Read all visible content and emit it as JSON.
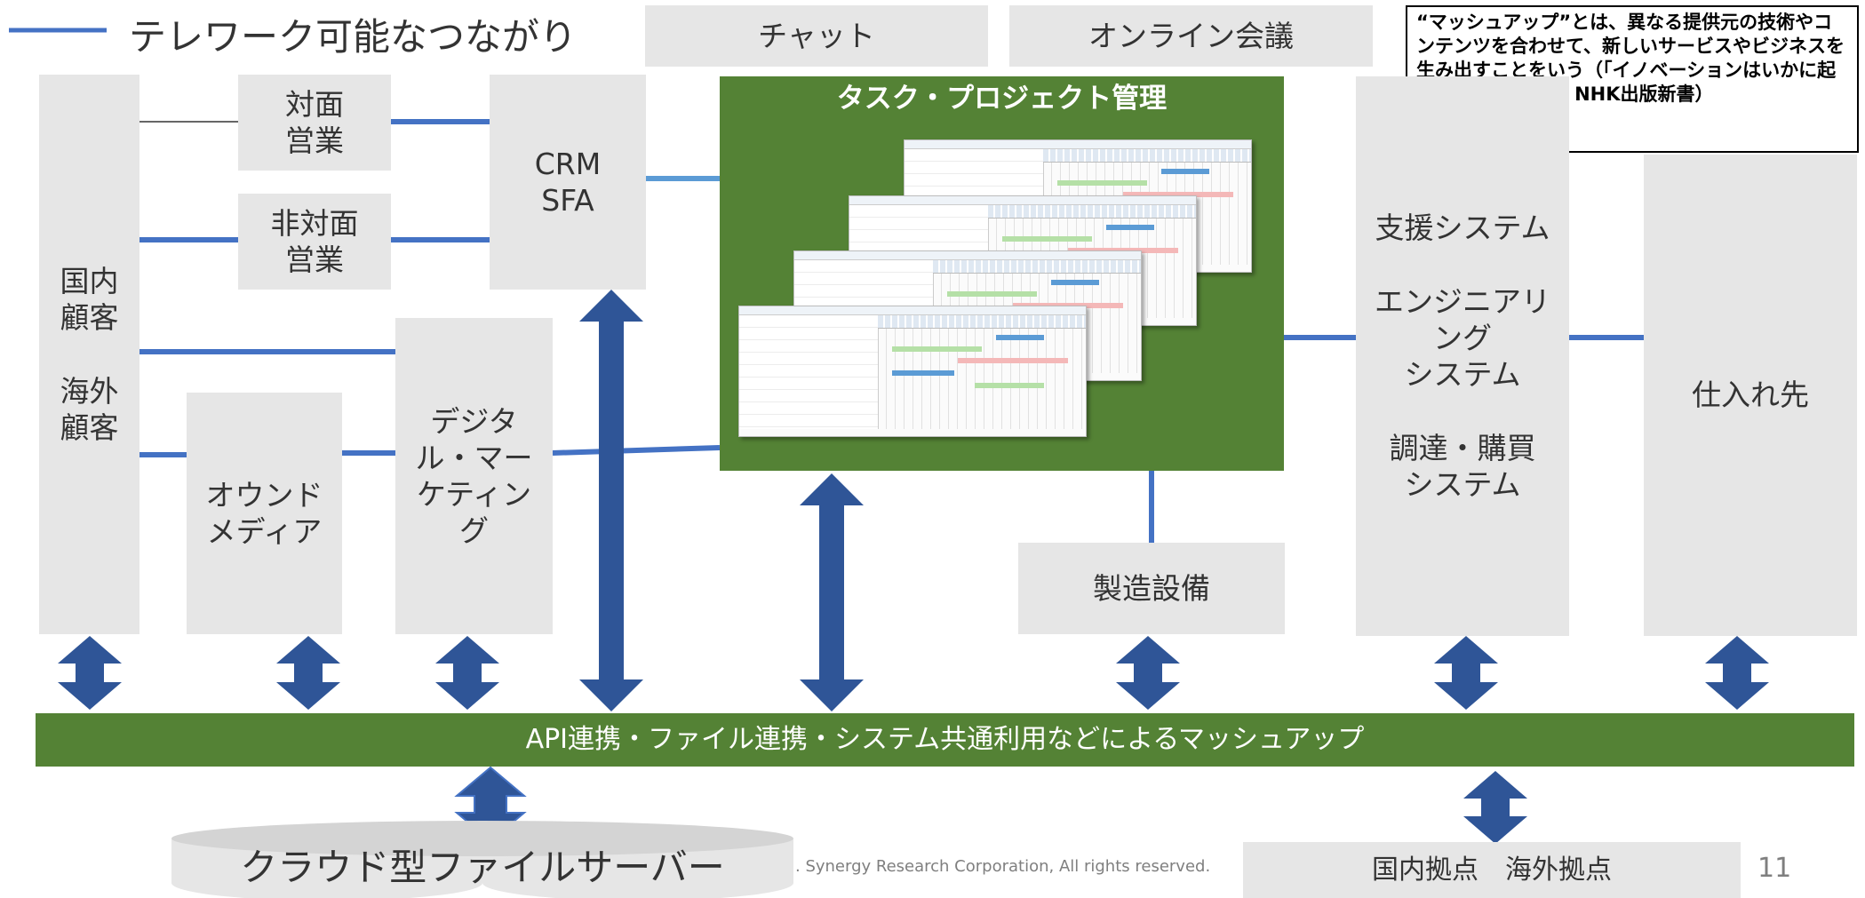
{
  "legend": {
    "label": "テレワーク可能なつながり",
    "line_color": "#4472c4"
  },
  "top_boxes": {
    "chat": "チャット",
    "online_meeting": "オンライン会議"
  },
  "note": "“マッシュアップ”とは、異なる提供元の技術やコンテンツを合わせて、新しいサービスやビジネスを生み出すことをいう（「イノベーションはいかに起こすか」、坂村健、NHK出版新書）",
  "boxes": {
    "customers": "国内\n顧客\n\n海外\n顧客",
    "face_sales": "対面\n営業",
    "remote_sales": "非対面\n営業",
    "crm": "CRM\nSFA",
    "owned_media": "オウンド\nメディア",
    "digital_marketing": "デジタ\nル・マー\nケティン\nグ",
    "task_management": "タスク・プロジェクト管理",
    "manufacturing": "製造設備",
    "support_systems": "支援システム\n\nエンジニアリ\nング\nシステム\n\n調達・購買\nシステム",
    "suppliers": "仕入れ先",
    "mashup_bar": "API連携・ファイル連携・システム共通利用などによるマッシュアップ",
    "cloud_server": "クラウド型ファイルサーバー",
    "bases": "国内拠点　海外拠点"
  },
  "footer": {
    "copyright": ". Synergy Research Corporation, All rights reserved.",
    "page_number": "11"
  },
  "colors": {
    "arrow": "#2f5597",
    "green": "#548235",
    "box": "#e6e6e6",
    "connector": "#4472c4",
    "connector_light": "#5b9bd5"
  }
}
